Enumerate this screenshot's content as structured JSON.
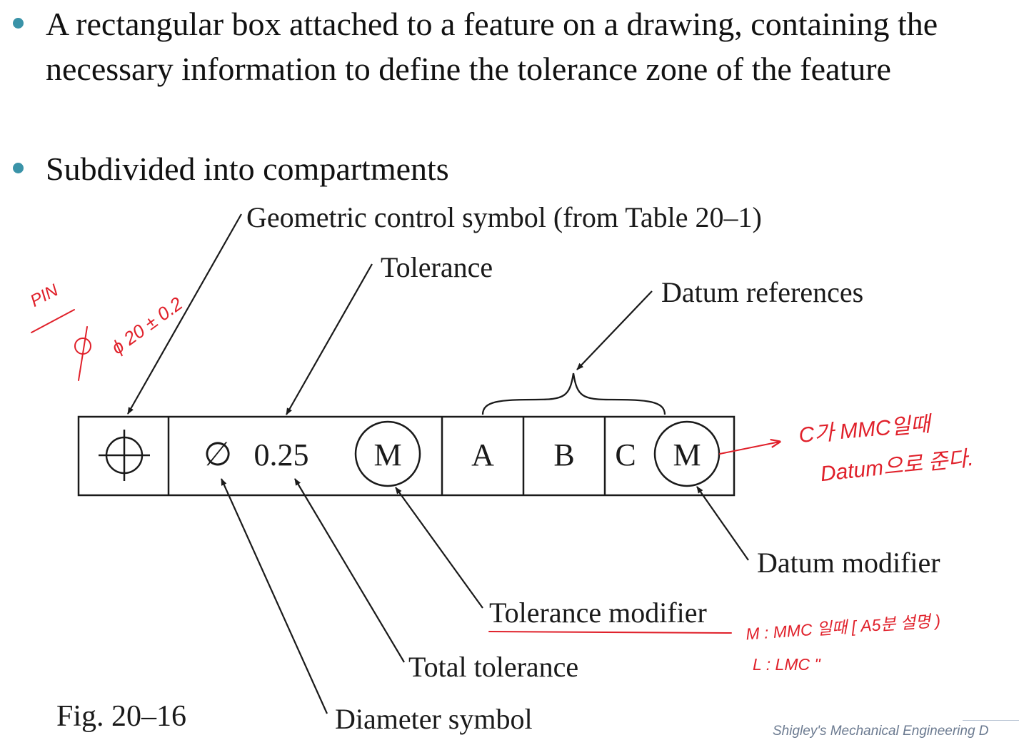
{
  "colors": {
    "bullet": "#3a93a8",
    "ink": "#1a1a1a",
    "annotation": "#e0202a",
    "footer": "#6b7a90"
  },
  "bullets": [
    {
      "text": "A rectangular box attached to a feature on a drawing, containing the necessary information to define the tolerance zone of the feature"
    },
    {
      "text": "Subdivided into compartments"
    }
  ],
  "frame": {
    "symbol_icon": "position-symbol-icon",
    "diameter_symbol": "∅",
    "tolerance_value": "0.25",
    "tolerance_modifier": "M",
    "datums": [
      "A",
      "B",
      "C"
    ],
    "datum_modifier": "M"
  },
  "labels": {
    "geometric_control": "Geometric control symbol (from Table 20–1)",
    "tolerance": "Tolerance",
    "datum_references": "Datum references",
    "datum_modifier": "Datum modifier",
    "tolerance_modifier": "Tolerance modifier",
    "total_tolerance": "Total tolerance",
    "diameter_symbol": "Diameter symbol"
  },
  "figure_caption": "Fig. 20–16",
  "handwritten": {
    "pin": "PIN",
    "pin_dim": "ϕ 20 ± 0.2",
    "c_note_1": "C가 MMC일때",
    "c_note_2": "Datum으로 준다.",
    "m_note": "M : MMC 일때 [ A5분 설명 )",
    "l_note": "L : LMC   \""
  },
  "footer": "Shigley's Mechanical Engineering D"
}
